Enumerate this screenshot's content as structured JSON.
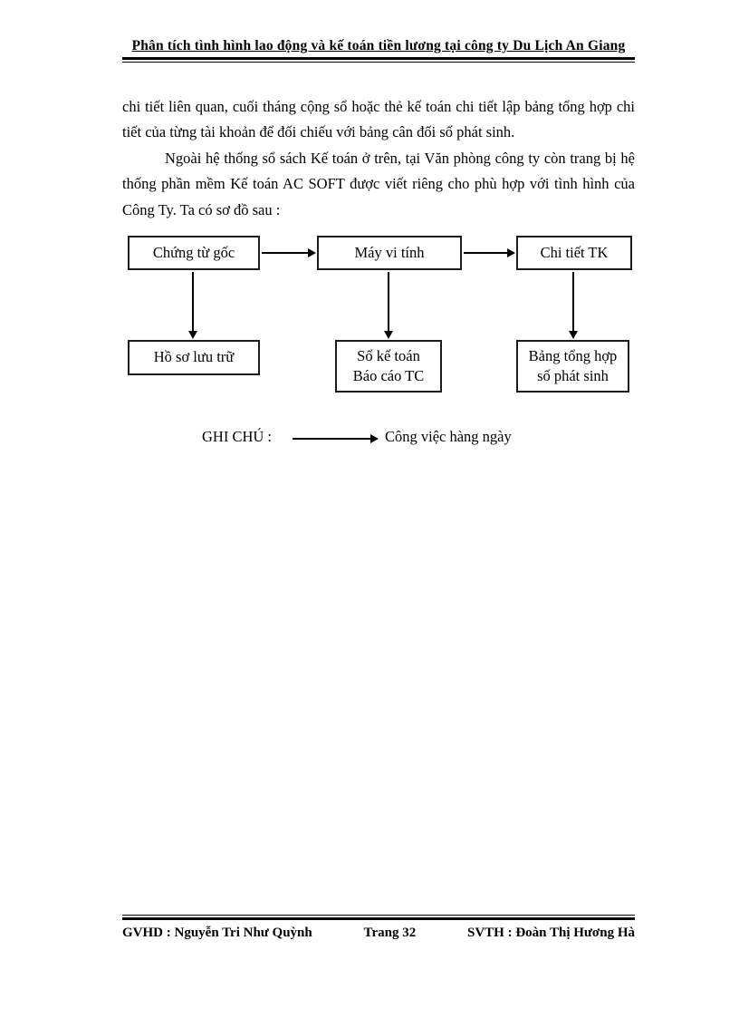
{
  "header": {
    "title": "Phân tích tình hình lao động và kế toán tiền lương tại công ty Du Lịch An Giang"
  },
  "body": {
    "paragraph1": "chi tiết liên quan, cuối tháng cộng sổ hoặc thẻ kế toán chi tiết lập bảng tổng hợp chi tiết của từng tài khoản để đối  chiếu với  bảng cân đối  số phát sinh.",
    "paragraph2": "Ngoài hệ thống sổ sách Kế toán ở trên, tại Văn phòng công ty còn trang bị hệ thống phần mềm Kế toán AC SOFT được viết riêng cho phù hợp với tình hình của Công Ty. Ta có sơ đồ sau :"
  },
  "diagram": {
    "boxes": {
      "chung_tu_goc": "Chứng từ gốc",
      "may_vi_tinh": "Máy vi tính",
      "chi_tiet_tk": "Chi tiết TK",
      "ho_so_luu_tru": "Hồ sơ lưu trữ",
      "so_ke_toan": "Sổ kế toán\nBáo cáo TC",
      "bang_tong_hop": "Bảng tổng hợp\nsố phát sinh"
    },
    "legend": {
      "label": "GHI CHÚ :",
      "arrow_meaning": "Công việc hàng ngày"
    },
    "colors": {
      "line": "#000000",
      "box_border": "#1c1c1c",
      "box_fill": "#ffffff"
    }
  },
  "footer": {
    "left": "GVHD : Nguyễn Tri Như Quỳnh",
    "center": "Trang 32",
    "right": "SVTH : Đoàn Thị Hương Hà"
  },
  "colors": {
    "text": "#000000",
    "background": "#ffffff"
  }
}
